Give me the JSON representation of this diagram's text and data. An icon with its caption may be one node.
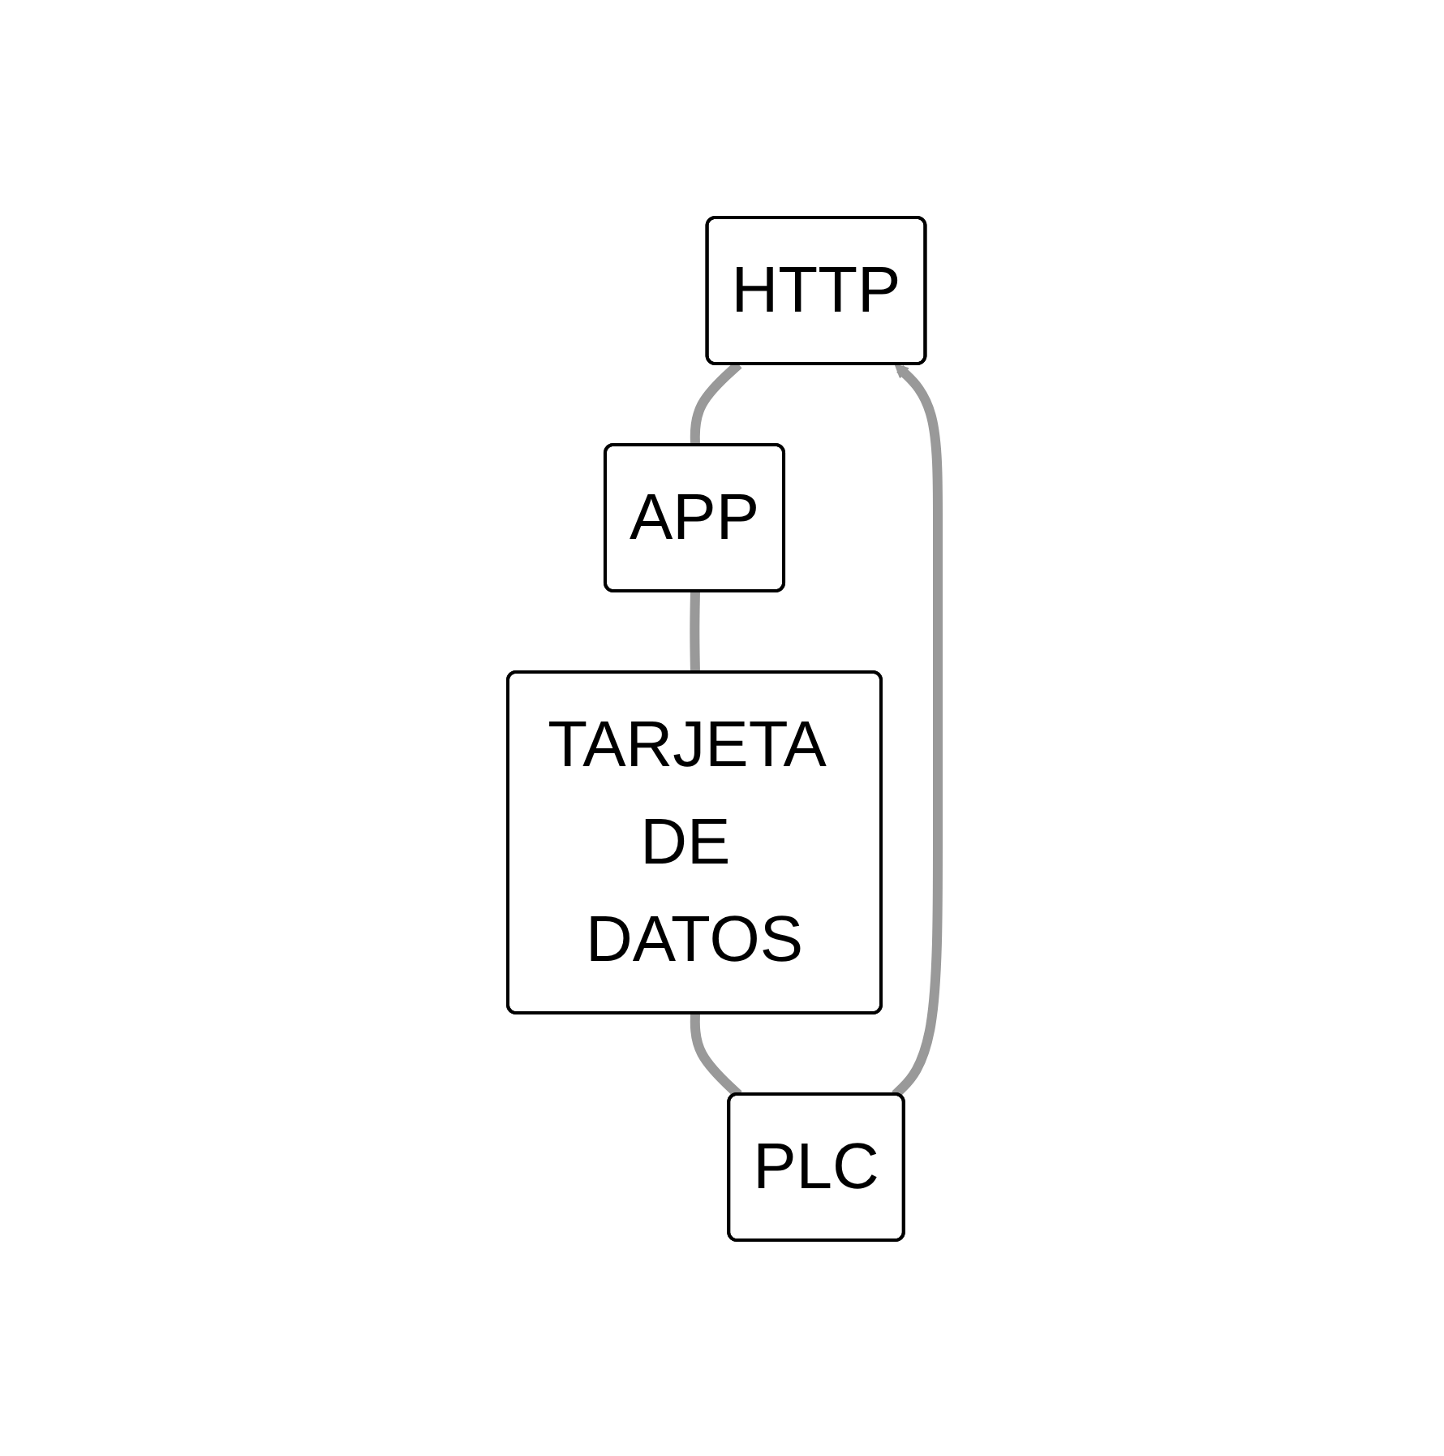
{
  "diagram": {
    "nodes": [
      {
        "text": [
          "HTTP"
        ]
      },
      {
        "text": [
          "APP"
        ]
      },
      {
        "text": [
          "TARJETA DE DATOS"
        ]
      },
      {
        "text": [
          "PLC"
        ]
      }
    ],
    "edges": [
      {
        "from": 0,
        "to": 1,
        "arrow": "none"
      },
      {
        "from": 1,
        "to": 2,
        "arrow": "none"
      },
      {
        "from": 2,
        "to": 3,
        "arrow": "none"
      },
      {
        "from": 3,
        "to": 0,
        "arrow": "to"
      }
    ]
  }
}
